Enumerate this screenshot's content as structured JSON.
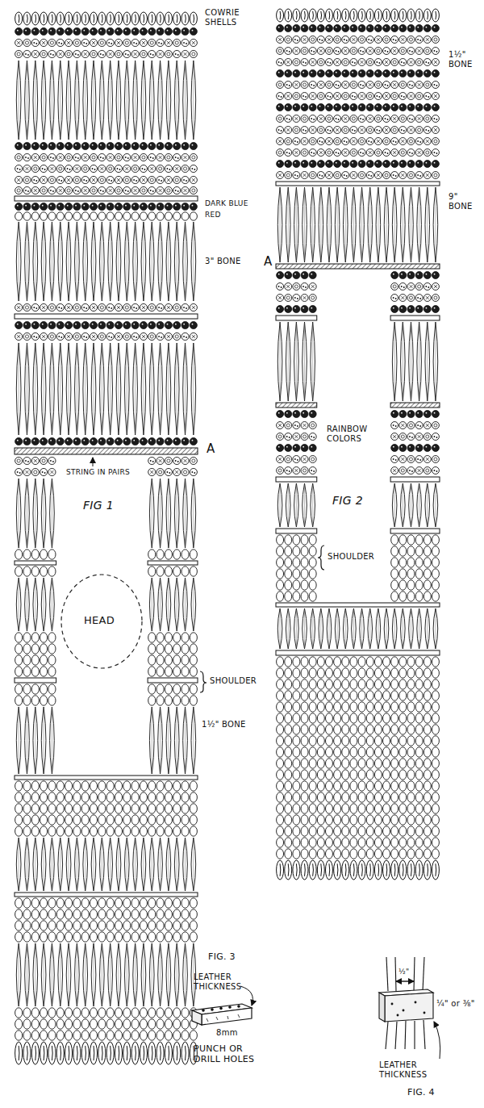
{
  "diagram": {
    "labels": [
      "COWRIE SHELLS",
      "DARK BLUE",
      "RED",
      "3\" BONE",
      "A",
      "STRING IN PAIRS",
      "FIG 1",
      "HEAD",
      "SHOULDER",
      "1½\" BONE",
      "1½\" BONE",
      "9\" BONE",
      "A",
      "RAINBOW COLORS",
      "FIG 2",
      "SHOULDER",
      "FIG. 3",
      "LEATHER THICKNESS",
      "8mm",
      "PUNCH OR DRILL HOLES",
      "½\"",
      "¼\" or ⅜\"",
      "LEATHER THICKNESS",
      "FIG. 4"
    ]
  }
}
